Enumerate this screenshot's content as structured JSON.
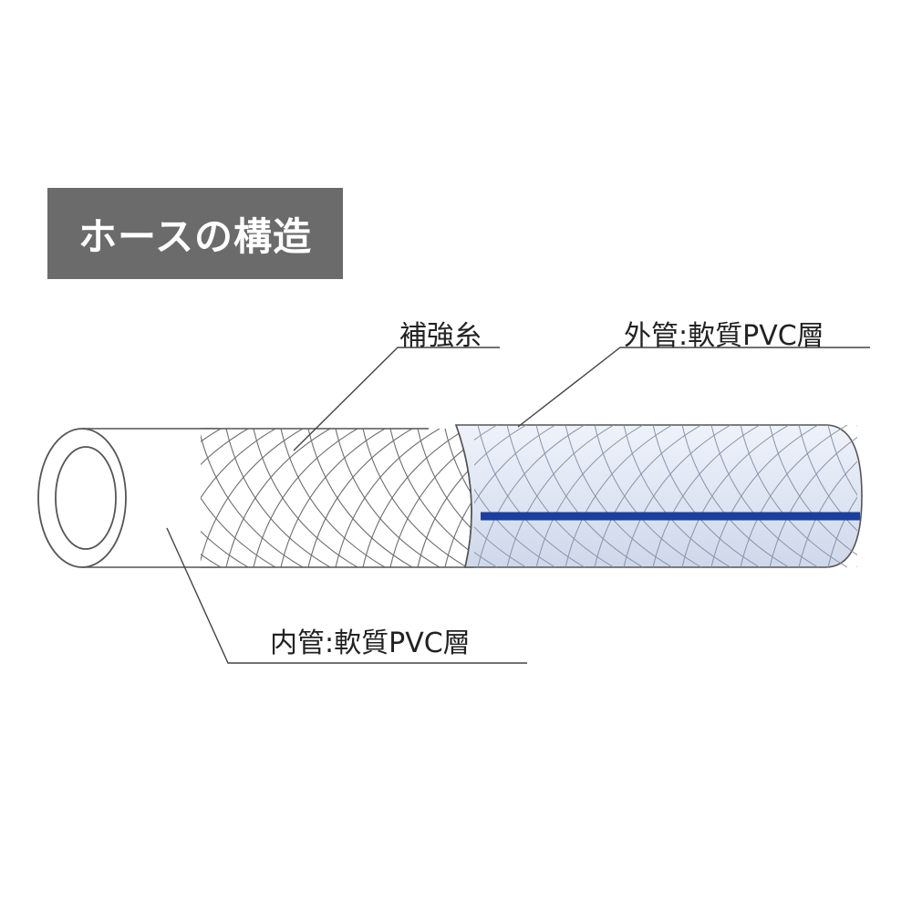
{
  "title": "ホースの構造",
  "labels": {
    "reinforcement": "補強糸",
    "outer_tube": "外管:軟質PVC層",
    "inner_tube": "内管:軟質PVC層"
  },
  "colors": {
    "title_bg": "#6b6b6b",
    "outer_tube_fill": "#dfe6f3",
    "stripe": "#1a3f9c",
    "mesh_line": "#6e6e6e",
    "leader_line": "#444444"
  }
}
